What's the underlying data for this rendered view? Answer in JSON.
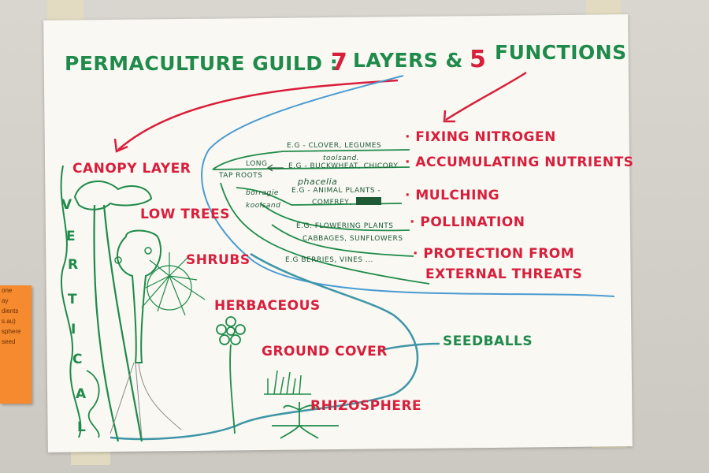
{
  "title": {
    "part1": "PERMACULTURE GUILD :",
    "num1": "7",
    "part2": "LAYERS &",
    "num2": "5",
    "part3": "FUNCTIONS"
  },
  "layers": [
    "CANOPY LAYER",
    "LOW TREES",
    "SHRUBS",
    "HERBACEOUS",
    "GROUND COVER",
    "RHIZOSPHERE"
  ],
  "vertical": [
    "V",
    "E",
    "R",
    "T",
    "I",
    "C",
    "A",
    "L"
  ],
  "functions": [
    "· FIXING NITROGEN",
    "· ACCUMULATING NUTRIENTS",
    "· MULCHING",
    "· POLLINATION",
    "· PROTECTION FROM",
    "EXTERNAL THREATS"
  ],
  "examples": {
    "clover": "E.G - CLOVER, LEGUMES",
    "buckwheat": "E.G - BUCKWHEAT, CHICORY",
    "toolsand": "toolsand.",
    "long": "LONG",
    "taproots": "TAP ROOTS",
    "phacelia": "phacelia",
    "borage": "borragie",
    "koolsand": "koolsand",
    "animal": "E.G - ANIMAL PLANTS -",
    "comfrey": "COMFREY,",
    "flowering": "E.G. FLOWERING PLANTS",
    "cabbages": "CABBAGES, SUNFLOWERS",
    "berries": "E.G BERRIES, VINES ..."
  },
  "seedballs": "SEEDBALLS",
  "sticky_note": [
    "one",
    "ay",
    "dients",
    "s.au)",
    "sphere",
    "",
    "seed"
  ],
  "colors": {
    "paper": "#f9f8f3",
    "green_marker": "#1f8a4a",
    "red_marker": "#d81e3a",
    "blue_marker": "#4a9bd1",
    "sticky": "#f58a2e"
  }
}
